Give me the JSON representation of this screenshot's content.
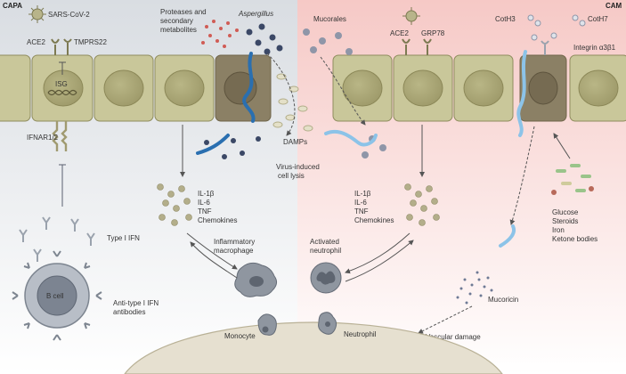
{
  "colors": {
    "capa_bg": "#d9dde2",
    "cam_bg": "#f6c9c6",
    "epithelium": "#c9c79a",
    "nucleus": "#a9a675",
    "fungal_hyphae": "#2a6fb0",
    "mucorales_hyphae": "#8cc3e8",
    "infected_cell": "#8b8065",
    "immune_cell": "#8f96a0",
    "vessel": "#e6e0d0"
  },
  "panels": {
    "left": "CAPA",
    "right": "CAM"
  },
  "labels": {
    "sars_cov_2": "SARS-CoV-2",
    "ace2_left": "ACE2",
    "tmprss2": "TMPRS22",
    "isg": "ISG",
    "ifnar": "IFNAR1/2",
    "proteases": [
      "Proteases and",
      "secondary",
      "metabolites"
    ],
    "aspergillus": "Aspergillus",
    "mucorales": "Mucorales",
    "ace2_right": "ACE2",
    "grp78": "GRP78",
    "coth3": "CotH3",
    "coth7": "CotH7",
    "integrin": "Integrin α3β1",
    "damps": "DAMPs",
    "virus_lysis": [
      "Virus-induced",
      "cell lysis"
    ],
    "cytokines_left": [
      "IL-1β",
      "IL-6",
      "TNF",
      "Chemokines"
    ],
    "cytokines_right": [
      "IL-1β",
      "IL-6",
      "TNF",
      "Chemokines"
    ],
    "type1_ifn": "Type I IFN",
    "inflammatory_macrophage": [
      "Inflammatory",
      "macrophage"
    ],
    "activated_neutrophil": [
      "Activated",
      "neutrophil"
    ],
    "risk_factors": [
      "Glucose",
      "Steroids",
      "Iron",
      "Ketone bodies"
    ],
    "b_cell": "B cell",
    "anti_ifn": [
      "Anti-type I IFN",
      "antibodies"
    ],
    "mucoricin": "Mucoricin",
    "monocyte": "Monocyte",
    "neutrophil": "Neutrophil",
    "vascular_damage": "Vascular damage"
  }
}
